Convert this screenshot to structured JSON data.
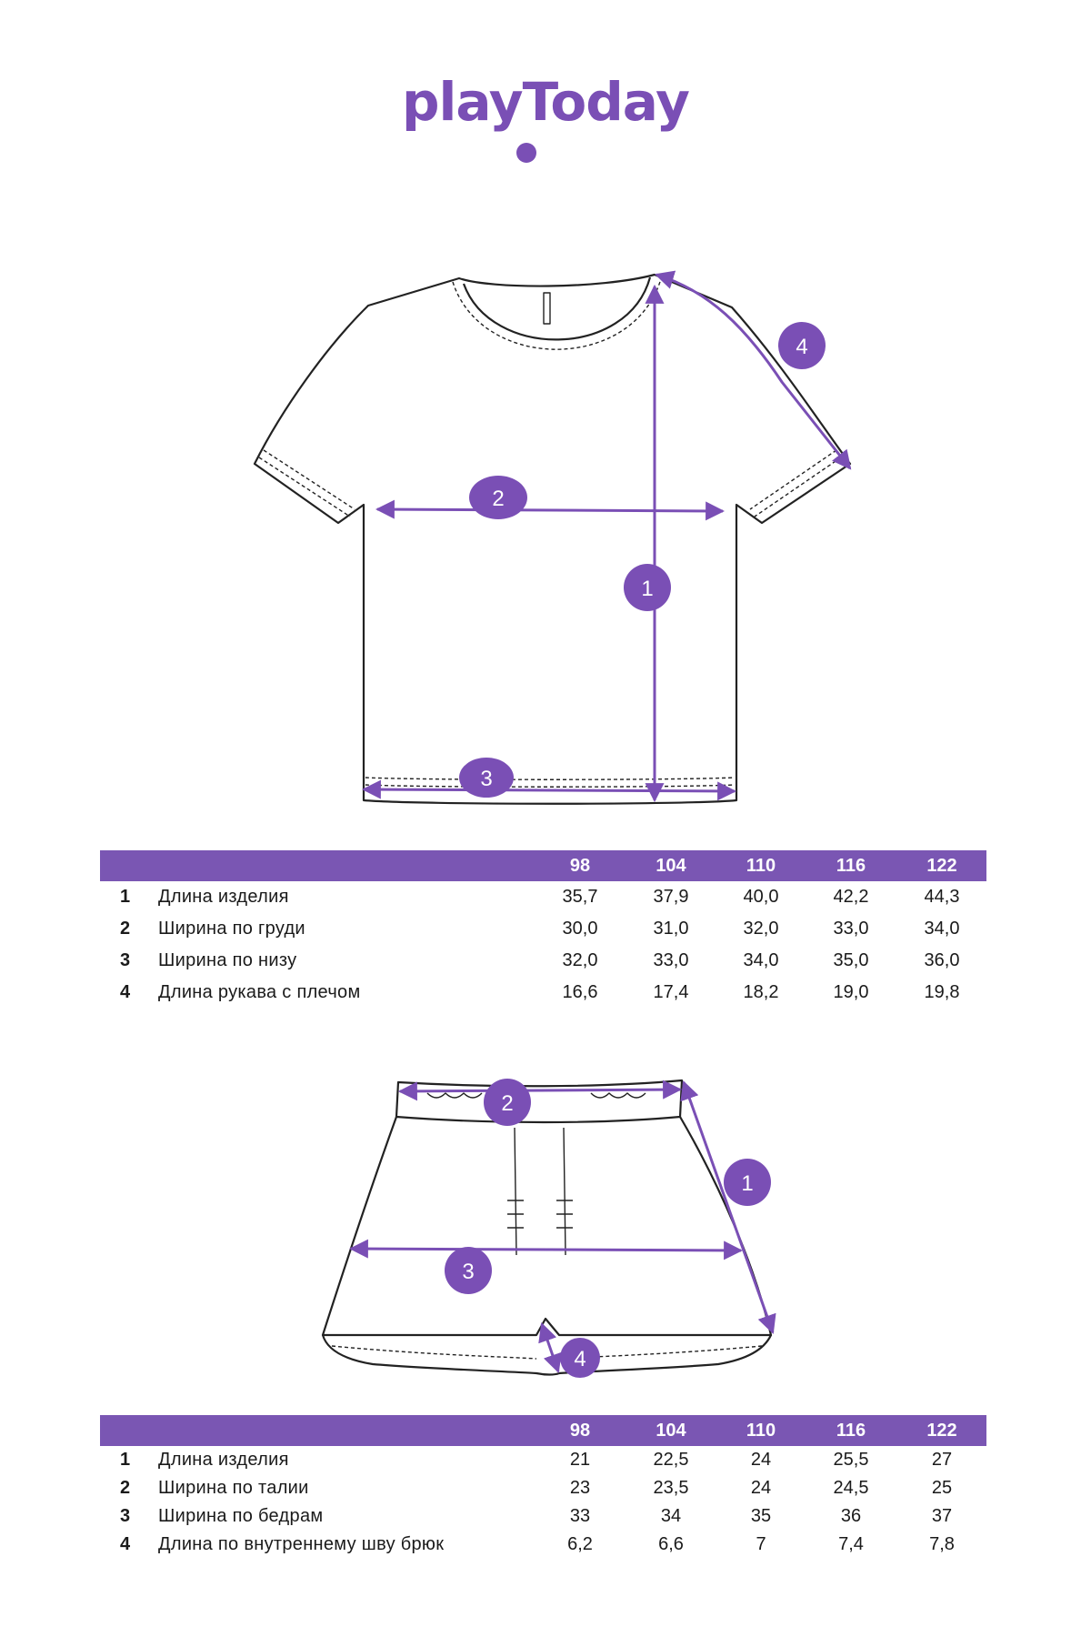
{
  "brand": {
    "logo_text": "playToday",
    "accent": "#7a4fb5"
  },
  "tshirt": {
    "markers": [
      "1",
      "2",
      "3",
      "4"
    ],
    "table": {
      "sizes": [
        "98",
        "104",
        "110",
        "116",
        "122"
      ],
      "rows": [
        {
          "num": "1",
          "name": "Длина изделия",
          "values": [
            "35,7",
            "37,9",
            "40,0",
            "42,2",
            "44,3"
          ]
        },
        {
          "num": "2",
          "name": "Ширина по груди",
          "values": [
            "30,0",
            "31,0",
            "32,0",
            "33,0",
            "34,0"
          ]
        },
        {
          "num": "3",
          "name": "Ширина по низу",
          "values": [
            "32,0",
            "33,0",
            "34,0",
            "35,0",
            "36,0"
          ]
        },
        {
          "num": "4",
          "name": "Длина рукава с плечом",
          "values": [
            "16,6",
            "17,4",
            "18,2",
            "19,0",
            "19,8"
          ]
        }
      ]
    }
  },
  "shorts": {
    "markers": [
      "1",
      "2",
      "3",
      "4"
    ],
    "table": {
      "sizes": [
        "98",
        "104",
        "110",
        "116",
        "122"
      ],
      "rows": [
        {
          "num": "1",
          "name": "Длина изделия",
          "values": [
            "21",
            "22,5",
            "24",
            "25,5",
            "27"
          ]
        },
        {
          "num": "2",
          "name": "Ширина по талии",
          "values": [
            "23",
            "23,5",
            "24",
            "24,5",
            "25"
          ]
        },
        {
          "num": "3",
          "name": "Ширина по бедрам",
          "values": [
            "33",
            "34",
            "35",
            "36",
            "37"
          ]
        },
        {
          "num": "4",
          "name": "Длина по внутреннему шву брюк",
          "values": [
            "6,2",
            "6,6",
            "7",
            "7,4",
            "7,8"
          ]
        }
      ]
    }
  }
}
